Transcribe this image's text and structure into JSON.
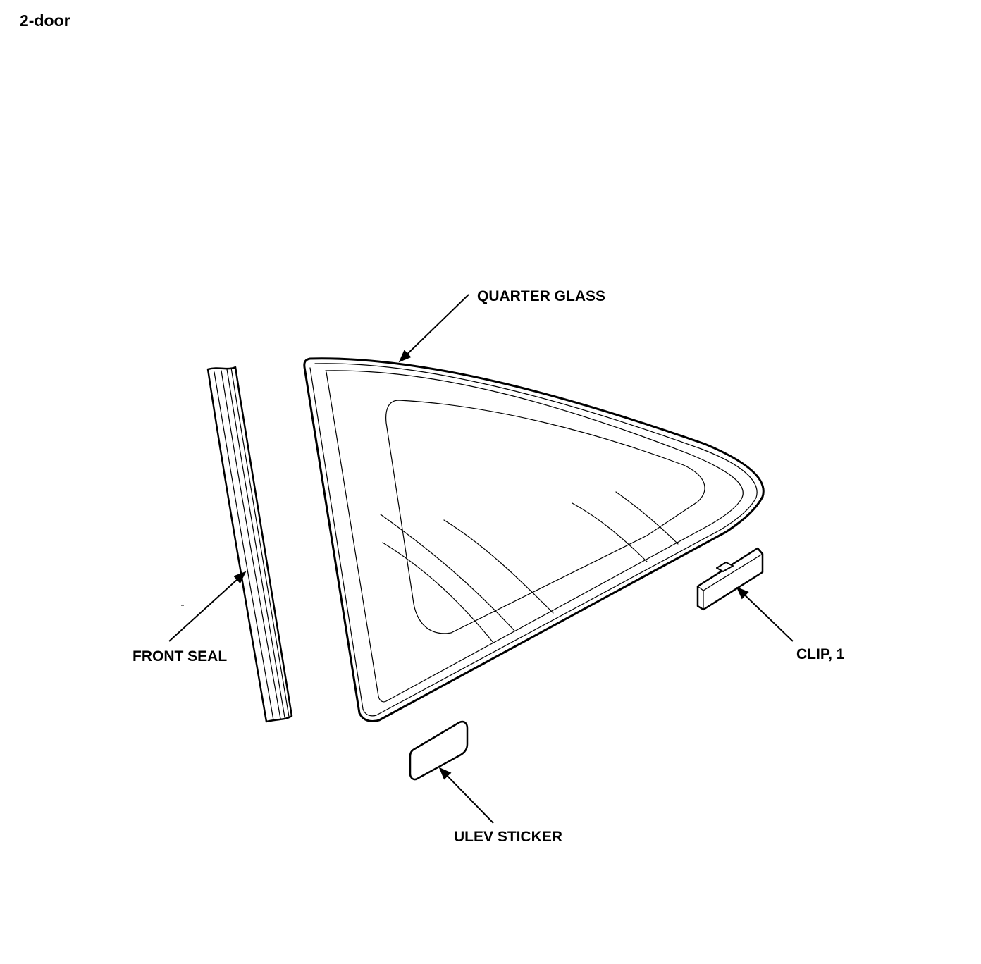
{
  "title": "2-door",
  "labels": {
    "quarter_glass": "QUARTER GLASS",
    "front_seal": "FRONT SEAL",
    "clip": "CLIP, 1",
    "ulev_sticker": "ULEV STICKER"
  },
  "colors": {
    "line": "#000000",
    "background": "#ffffff"
  }
}
